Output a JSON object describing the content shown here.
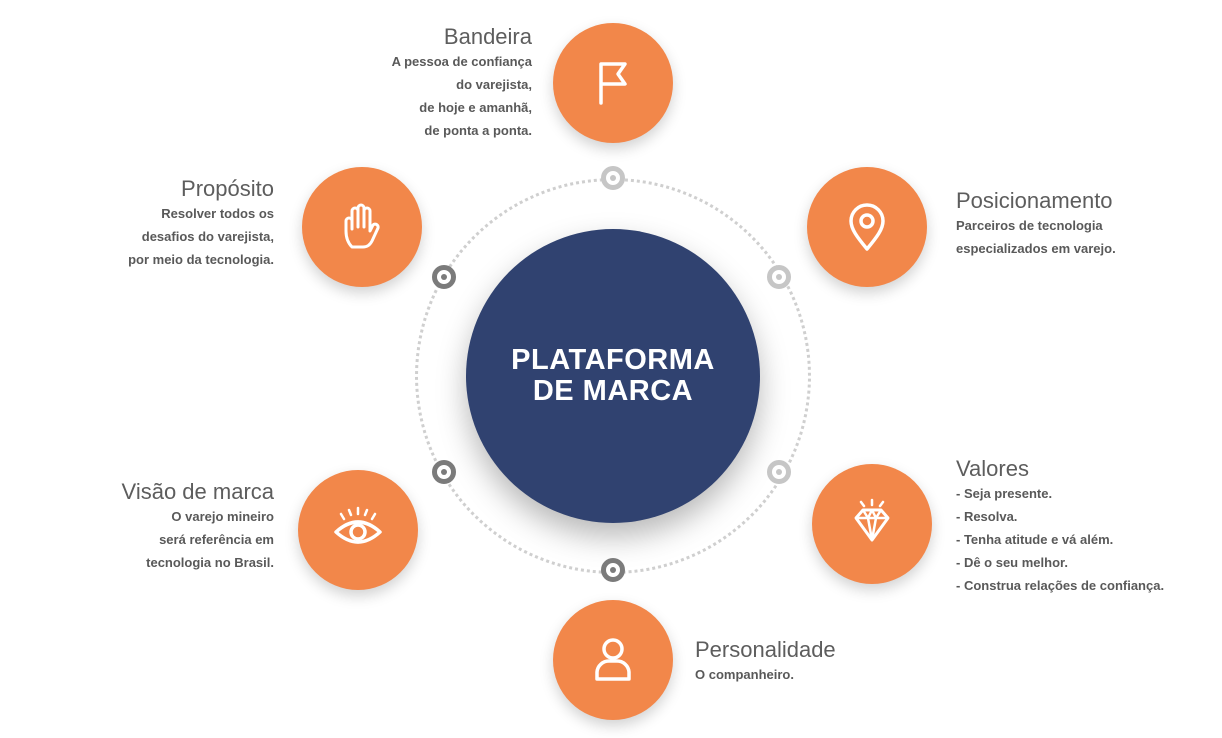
{
  "center": {
    "title": "PLATAFORMA\nDE MARCA"
  },
  "colors": {
    "orange": "#f2874a",
    "navy": "#304270",
    "text": "#5d5d5d"
  },
  "items": [
    {
      "key": "bandeira",
      "icon": "flag-icon",
      "title": "Bandeira",
      "desc": "A pessoa de confiança\ndo varejista,\nde hoje e amanhã,\nde ponta a ponta."
    },
    {
      "key": "posicionamento",
      "icon": "location-pin-icon",
      "title": "Posicionamento",
      "desc": "Parceiros de tecnologia\nespecializados em varejo."
    },
    {
      "key": "valores",
      "icon": "diamond-icon",
      "title": "Valores",
      "desc": "- Seja presente.\n- Resolva.\n- Tenha atitude e vá além.\n- Dê o seu melhor.\n- Construa relações de confiança."
    },
    {
      "key": "personalidade",
      "icon": "person-icon",
      "title": "Personalidade",
      "desc": "O companheiro."
    },
    {
      "key": "visao",
      "icon": "eye-icon",
      "title": "Visão de marca",
      "desc": "O varejo mineiro\nserá referência em\ntecnologia no Brasil."
    },
    {
      "key": "proposito",
      "icon": "hand-icon",
      "title": "Propósito",
      "desc": "Resolver todos os\ndesafios do varejista,\npor meio da tecnologia."
    }
  ]
}
